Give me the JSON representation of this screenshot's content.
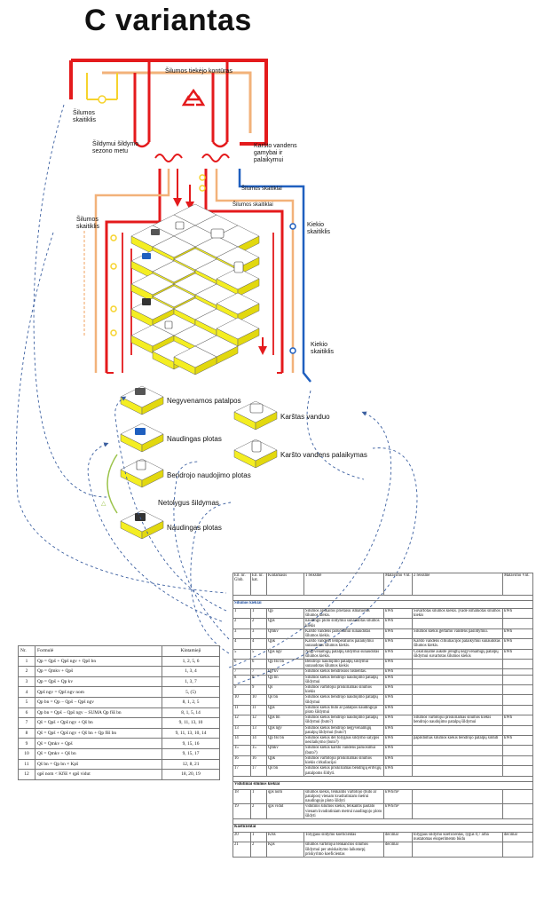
{
  "title": "C variantas",
  "labels": {
    "circuit": "Šilumos tiekėjo kontūras",
    "meter_top": "Šilumos skaitiklis",
    "heating_season": "Šildymui šildymo sezono metu",
    "hot_water": "Karšto vandens gamybai ir palaikymui",
    "meter_right1": "Šilumos skaitiklai",
    "meter_right2": "Šilumos skaitiklai",
    "meter_left": "Šilumos skaitiklis",
    "qty_meter1": "Kiekio skaitiklis",
    "qty_meter2": "Kiekio skaitiklis"
  },
  "legend": {
    "non_residential": "Negyvenamos patalpos",
    "useful_area_1": "Naudingas plotas",
    "common_area": "Bendrojo naudojimo plotas",
    "uneven_heating": "Netolygus šildymas",
    "useful_area_2": "Naudingas plotas",
    "hot_water": "Karštas vanduo",
    "hw_maintenance": "Karšto vandens palaikymas"
  },
  "colors": {
    "supply": "#e41a1c",
    "return": "#f2b27a",
    "hot_water_return": "#1f5fbf",
    "meter_yellow": "#f6d32d",
    "block_yellow": "#f4ee22"
  },
  "formula_table": {
    "headers": [
      "Nr.",
      "Formulė",
      "Kintamieji"
    ],
    "rows": [
      [
        "1",
        "Qp = Qpš + Qpš ngv + Qpš bn",
        "1, 2, 5, 6"
      ],
      [
        "2",
        "Qp = Qmkv + Qpš",
        "1, 3, 4"
      ],
      [
        "3",
        "Qp = Qpš + Qp kv",
        "1, 3, 7"
      ],
      [
        "4",
        "Qpš ngv = Qpš ngv nom",
        "5, (5)"
      ],
      [
        "5",
        "Qp bn = Qp − Qpš − Qpš ngv",
        "8, 1, 2, 5"
      ],
      [
        "6",
        "Qp bn = Qpš − Qpš ngv − SUMA Qp fšš bn",
        "8, 1, 5, 14"
      ],
      [
        "7",
        "Qš = Qpš + Qpš ngv + Qš bn",
        "9, 11, 13, 10"
      ],
      [
        "8",
        "Qš = Qpš + Qpš ngv + Qš bn + Qp fšš bn",
        "9, 11, 13, 10, 14"
      ],
      [
        "9",
        "Qš = Qmkv + Qpš",
        "9, 15, 16"
      ],
      [
        "10",
        "Qš = Qmkv + Qš bn",
        "9, 15, 17"
      ],
      [
        "11",
        "Qš bn = Qp bn × Kpš",
        "12, 8, 21"
      ],
      [
        "12",
        "qpš nom < Kfšš × qpš vidut",
        "18, 20, 19"
      ]
    ]
  },
  "main_table": {
    "headers": [
      "Eil. nr. Glob.",
      "Eil. nr. kat.",
      "Kintamasis",
      "1 reikšmė",
      "Matavimo Vnt.",
      "2 reikšmė",
      "Matavimo Vnt."
    ],
    "sections": [
      {
        "title": "Šilumos kiekiai",
        "rows": [
          [
            "1",
            "1",
            "Qp",
            "Šilumos apskaitos prietaisu išmatuotas šilumos kiekis.",
            "kWh",
            "Suvartotas šilumos kiekis. Įvade išmatuotas šilumos kiekis",
            "kWh"
          ],
          [
            "2",
            "2",
            "Qpš",
            "naudingo ploto šildymui sunaudotas šilumos kiekis",
            "kWh",
            "",
            ""
          ],
          [
            "3",
            "3",
            "Qmkv",
            "Karšto vandens paruošimui sunaudotas šilumos kiekis.",
            "kWh",
            "Šilumos kiekis gertamo vandens pašildymui.",
            "kWh"
          ],
          [
            "4",
            "4",
            "Qpk",
            "Karšto vandens temperatūros palaikymui sunaudotas šilumos kiekis.",
            "kWh",
            "Karšto vandens cirkuliacijos palaikymui sunaudotas šilumos kiekis.",
            "kWh"
          ],
          [
            "5",
            "5",
            "Qpš ngv",
            "Negyvenamųjų patalpų šildymui sunaudotas šilumos kiekis.",
            "kWh",
            "Cokoliniame aukšte įrengtų negyvenamųjų patalpų šildymui suvartotas šilumos kiekis",
            "kWh"
          ],
          [
            "6",
            "6",
            "Qp fšš bn",
            "Bendrojo naudojimo patalpų šildymui sunaudotas šilumos kiekis",
            "kWh",
            "",
            ""
          ],
          [
            "7",
            "7",
            "Qp kv",
            "Šilumos kiekis bendrosios nišnentas.",
            "kWh",
            "",
            ""
          ],
          [
            "8",
            "8",
            "Qp bn",
            "Šilumos kiekis bendrojo naudojimo patalpų šildymui",
            "kWh",
            "",
            ""
          ],
          [
            "9",
            "9",
            "Qš",
            "Šilumos vartotojui priskiriamas šilumos kiekis",
            "kWh",
            "",
            ""
          ],
          [
            "10",
            "10",
            "Qš bn",
            "Šilumos kiekis bendrojo naudojimo patalpų šildymui",
            "kWh",
            "",
            ""
          ],
          [
            "11",
            "11",
            "Qpš",
            "Šilumos kiekis buto ar patalpos naudingojo ploto šildymui",
            "kWh",
            "",
            ""
          ],
          [
            "12",
            "12",
            "Qpš bn",
            "Šilumos kiekis bendrojo naudojimo patalpų šildymui (buto?)",
            "kWh",
            "Šilumos vartotojui priskiriamas šilumos kiekis bendrojo naudojimo patalpų šildymui",
            "kWh"
          ],
          [
            "13",
            "13",
            "Qpš ngv",
            "Šilumos kiekis bendrojo negyvenamųjų patalpų šildymui (buto?)",
            "kWh",
            "",
            ""
          ],
          [
            "14",
            "14",
            "Qp fšš bn",
            "Šilumos kiekis dėl tolygaus šildymo salygos nesilaikymo (buto?)",
            "kWh",
            "papildomas šilumos kiekis bendrojo patalpų šilduti",
            "kWh"
          ],
          [
            "15",
            "15",
            "Qmkv",
            "Šilumos kiekis karšto vandens paruošimui (buto?)",
            "kWh",
            "",
            ""
          ],
          [
            "16",
            "16",
            "Qpk",
            "Šilumos vartotojui priskiriamas šilumos kiekis cirkuliacijai",
            "kWh",
            "",
            ""
          ],
          [
            "17",
            "17",
            "Qš bn",
            "Šilumos kiekis priskiriamas bendrųjų erdvųjų patalpoms šildyti.",
            "kWh",
            "",
            ""
          ]
        ]
      },
      {
        "title": "Vidutiniai šilumos kiekiai",
        "rows": [
          [
            "18",
            "1",
            "qpš nom",
            "šilumos kiekis, tenkantis vartotojo (buto ar patalpos) vienam kvadratiniam metrui naudingojo ploto šildyti",
            "kWh/m²",
            "",
            ""
          ],
          [
            "19",
            "2",
            "qpš vidut",
            "vidutinis šilumos kiekis, tenkantis pastato vienam kvadratiniam metrui naudingojo ploto šildyti",
            "kWh/m²",
            "",
            ""
          ]
        ]
      },
      {
        "title": "Koeficientai",
        "rows": [
          [
            "20",
            "1",
            "Kfšš",
            "Tolygaus šildymo koeficientas",
            "decimal",
            "tolygaus šildymo koeficientas, lygus 0,7 arba nustatomas eksperimento būdu",
            "decimal"
          ],
          [
            "21",
            "2",
            "Kpš",
            "šilumos vartotojui tenkančios šilumos šildymui per atsiskaitymo laikotarpį priskyrimo koeficientas",
            "decimal",
            "",
            ""
          ]
        ]
      }
    ]
  }
}
